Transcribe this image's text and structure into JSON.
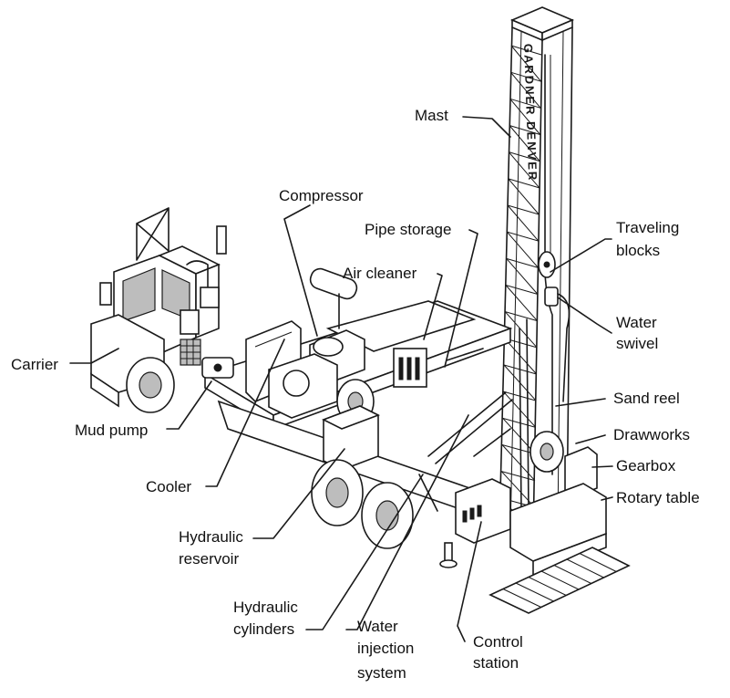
{
  "labels": {
    "mast": "Mast",
    "compressor": "Compressor",
    "pipe_storage": "Pipe storage",
    "air_cleaner": "Air cleaner",
    "traveling_blocks_1": "Traveling",
    "traveling_blocks_2": "blocks",
    "water_swivel_1": "Water",
    "water_swivel_2": "swivel",
    "carrier": "Carrier",
    "sand_reel": "Sand reel",
    "drawworks": "Drawworks",
    "mud_pump": "Mud pump",
    "gearbox": "Gearbox",
    "rotary_table": "Rotary table",
    "cooler": "Cooler",
    "hydraulic_reservoir_1": "Hydraulic",
    "hydraulic_reservoir_2": "reservoir",
    "hydraulic_cylinders_1": "Hydraulic",
    "hydraulic_cylinders_2": "cylinders",
    "water_injection_1": "Water",
    "water_injection_2": "injection",
    "water_injection_3": "system",
    "control_station_1": "Control",
    "control_station_2": "station"
  },
  "mast_lettering": "GARDNER DENVER",
  "colors": {
    "ink": "#1a1a1a",
    "paper": "#ffffff",
    "shade": "#bdbdbd"
  }
}
